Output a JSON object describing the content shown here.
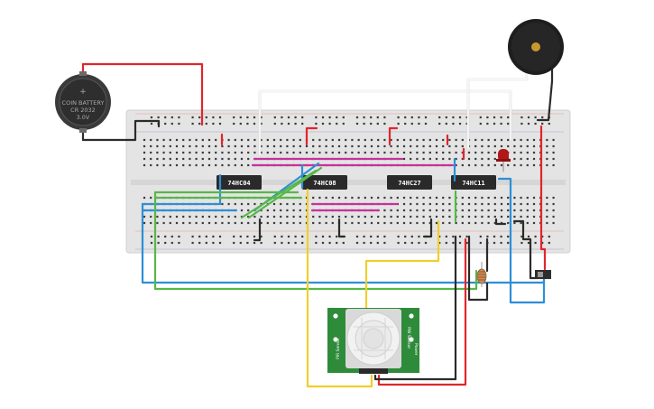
{
  "battery": {
    "name": "COIN BATTERY",
    "model": "CR 2032",
    "voltage": "3.0V",
    "plus": "+"
  },
  "chips": [
    {
      "id": "u1",
      "label": "74HC04"
    },
    {
      "id": "u2",
      "label": "74HC08"
    },
    {
      "id": "u3",
      "label": "74HC27"
    },
    {
      "id": "u4",
      "label": "74HC11"
    }
  ],
  "pir": {
    "left_text": "PIR Sensor",
    "right_text": "RW Sensor",
    "side_right": "Power"
  },
  "colors": {
    "red": "#e0262c",
    "black": "#2b2b2b",
    "blue": "#2d8fd6",
    "green": "#57b847",
    "yellow": "#f0cf2b",
    "magenta": "#c8319b",
    "white": "#f2f2f2",
    "breadboard": "#e6e6e6",
    "chip": "#2a2a2a",
    "pir_board": "#2e8b3a",
    "led": "#b01818"
  },
  "icons": {
    "battery": "coin-battery-icon",
    "buzzer": "piezo-buzzer-icon",
    "led": "led-icon",
    "photoresistor": "photoresistor-icon",
    "switch": "slide-switch-icon",
    "pir": "pir-sensor-icon"
  }
}
